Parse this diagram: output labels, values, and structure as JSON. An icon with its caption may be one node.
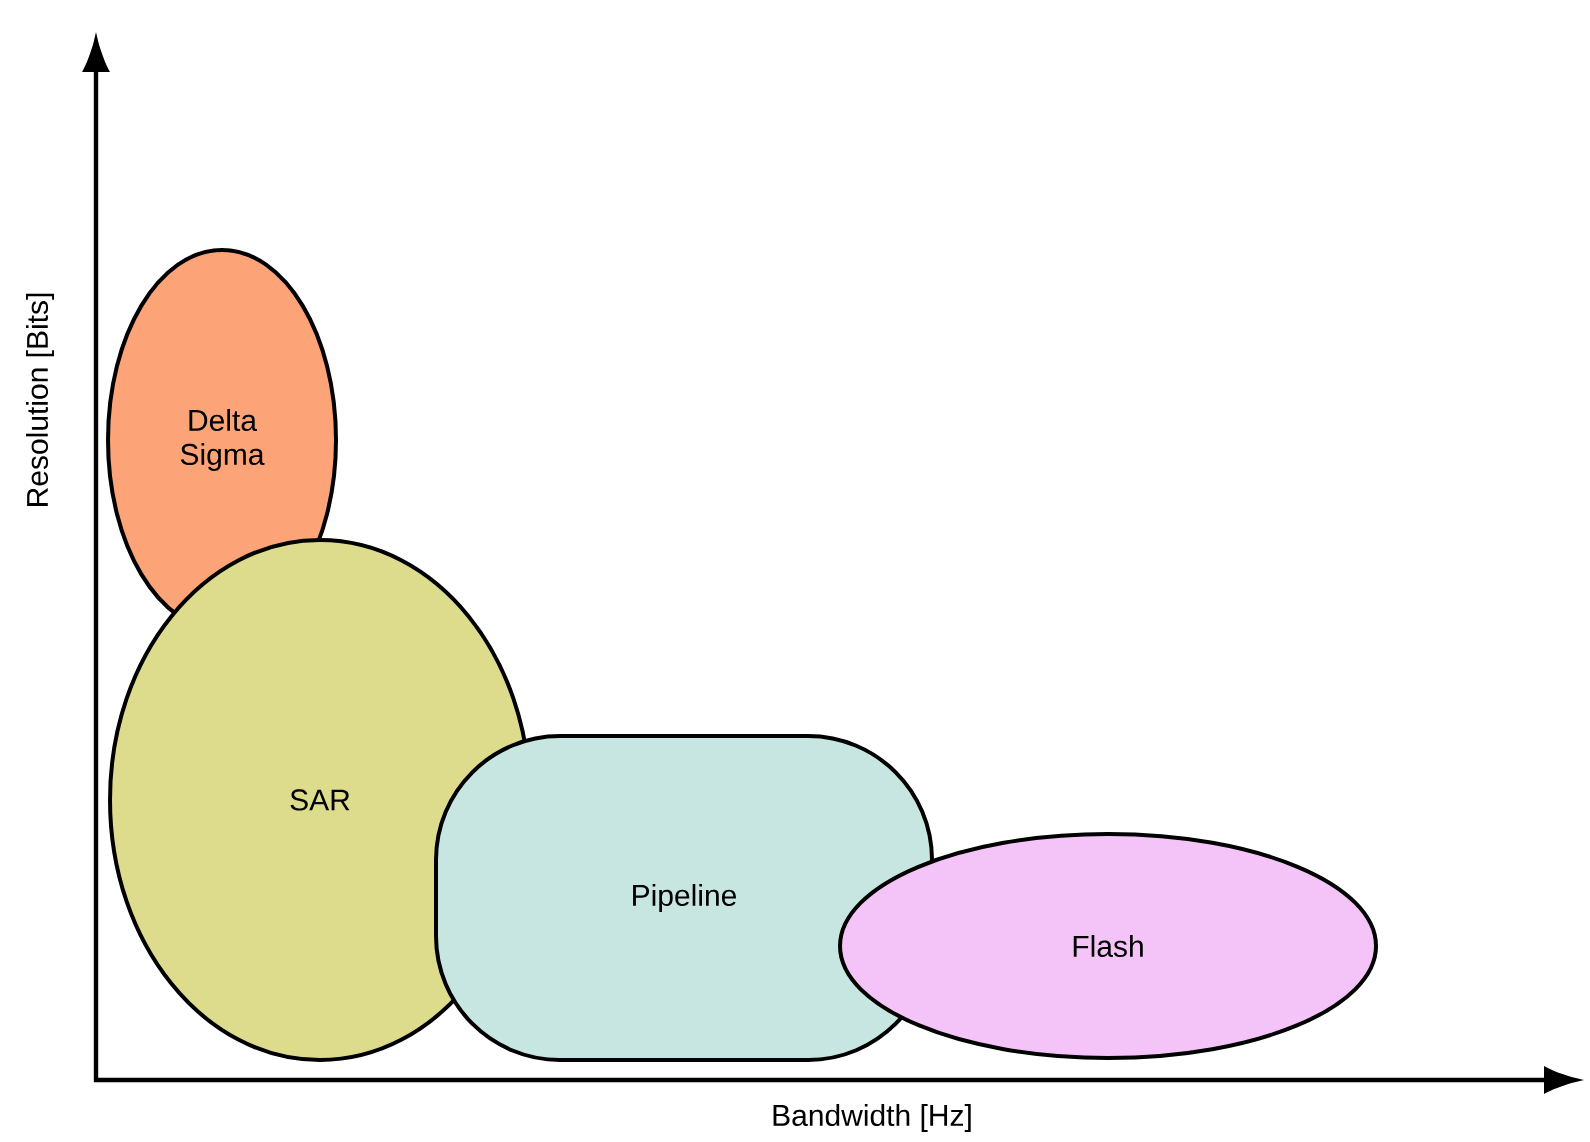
{
  "diagram": {
    "nodes": [
      {
        "text": [
          "Delta Sigma"
        ]
      },
      {
        "text": [
          "SAR"
        ]
      },
      {
        "text": [
          "Pipeline"
        ]
      },
      {
        "text": [
          "Flash"
        ]
      }
    ],
    "labels": [
      "Resolution [Bits]",
      "Bandwidth [Hz]"
    ]
  }
}
